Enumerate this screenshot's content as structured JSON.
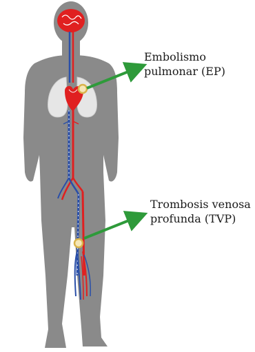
{
  "labels": {
    "pe": {
      "line1": "Embolismo",
      "line2": "pulmonar (EP)"
    },
    "dvt": {
      "line1": "Trombosis venosa",
      "line2": "profunda (TVP)"
    }
  },
  "colors": {
    "body": "#8a8a8a",
    "artery": "#e02020",
    "vein": "#2a4fa8",
    "lung": "#e6e6e6",
    "arrow": "#2e9a3a",
    "clot": "#d9b34a"
  }
}
